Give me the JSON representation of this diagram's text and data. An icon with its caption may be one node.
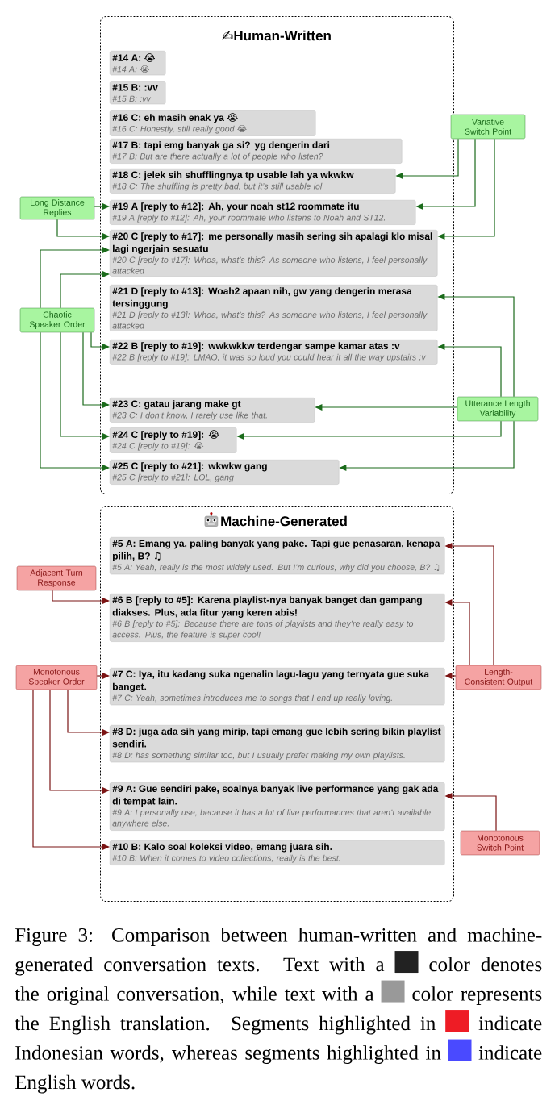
{
  "diagram": {
    "caption": "Figure 3: Comparison between human-written and machine-generated conversation texts. Text with a",
    "nodes": [
      {
        "text": [
          "✍Human-Written"
        ]
      },
      {
        "text": [
          "#14 A: 😭",
          "#14 A: 😭"
        ],
        "in": 0
      },
      {
        "text": [
          "#15 B: :vv",
          "#15 B: :vv"
        ],
        "in": 0
      },
      {
        "text": [
          "#16 C: eh masih enak ya 😭",
          "#16 C: Honestly, still really good 😭"
        ],
        "in": 0
      },
      {
        "text": [
          "#17 B: tapi emg banyak ga si? yg dengerin dari",
          "#17 B: But are there actually a lot of people who listen?"
        ],
        "in": 0
      },
      {
        "text": [
          "#18 C: jelek sih shufflingnya tp usable lah ya wkwkw",
          "#18 C: The shuffling is pretty bad, but it’s still usable lol"
        ],
        "in": 0
      },
      {
        "text": [
          "#19 A [reply to #12]: Ah, your noah st12 roommate itu",
          "#19 A [reply to #12]: Ah, your roommate who listens to Noah and ST12."
        ],
        "in": 0
      },
      {
        "text": [
          "#20 C [reply to #17]: me personally masih sering sih apalagi klo misal lagi ngerjain sesuatu",
          "#20 C [reply to #17]: Whoa, what’s this? As someone who listens, I feel personally attacked"
        ],
        "in": 0
      },
      {
        "text": [
          "#21 D [reply to #13]: Woah2 apaan nih, gw yang dengerin merasa tersinggung",
          "#21 D [reply to #13]: Whoa, what’s this? As someone who listens, I feel personally attacked"
        ],
        "in": 0
      },
      {
        "text": [
          "#22 B [reply to #19]: wwkwkkw terdengar sampe kamar atas :v",
          "#22 B [reply to #19]: LMAO, it was so loud you could hear it all the way upstairs :v"
        ],
        "in": 0
      },
      {
        "text": [
          "#23 C: gatau jarang make gt",
          "#23 C: I don’t know, I rarely use like that."
        ],
        "in": 0
      },
      {
        "text": [
          "#24 C [reply to #19]: 😭",
          "#24 C [reply to #19]: 😭"
        ],
        "in": 0
      },
      {
        "text": [
          "#25 C [reply to #21]: wkwkw gang",
          "#25 C [reply to #21]: LOL, gang"
        ],
        "in": 0
      },
      {
        "text": [
          "Variative Switch Point"
        ]
      },
      {
        "text": [
          "Long Distance Replies"
        ]
      },
      {
        "text": [
          "Chaotic Speaker Order"
        ]
      },
      {
        "text": [
          "Utterance Length Variability"
        ]
      },
      {
        "text": [
          "Machine-Generated"
        ]
      },
      {
        "text": [
          "#5 A: Emang ya, paling banyak yang pake. Tapi gue penasaran, kenapa pilih, B? ♫",
          "#5 A: Yeah, really is the most widely used. But I’m curious, why did you choose, B? ♫"
        ],
        "in": 17
      },
      {
        "text": [
          "#6 B [reply to #5]: Karena playlist-nya banyak banget dan gampang diakses. Plus, ada fitur yang keren abis!",
          "#6 B [reply to #5]: Because there are tons of playlists and they’re really easy to access. Plus, the feature is super cool!"
        ],
        "in": 17
      },
      {
        "text": [
          "#7 C: Iya, itu kadang suka ngenalin lagu-lagu yang ternyata gue suka banget.",
          "#7 C: Yeah, sometimes introduces me to songs that I end up really loving."
        ],
        "in": 17
      },
      {
        "text": [
          "#8 D: juga ada sih yang mirip, tapi emang gue lebih sering bikin playlist sendiri.",
          "#8 D: has something similar too, but I usually prefer making my own playlists."
        ],
        "in": 17
      },
      {
        "text": [
          "#9 A: Gue sendiri pake, soalnya banyak live performance yang gak ada di tempat lain.",
          "#9 A: I personally use, because it has a lot of live performances that aren’t available anywhere else."
        ],
        "in": 17
      },
      {
        "text": [
          "#10 B: Kalo soal koleksi video, emang juara sih.",
          "#10 B: When it comes to video collections, really is the best."
        ],
        "in": 17
      },
      {
        "text": [
          "Adjacent Turn Response"
        ]
      },
      {
        "text": [
          "Monotonous Speaker Order"
        ]
      },
      {
        "text": [
          "Length-Consistent Output"
        ]
      },
      {
        "text": [
          "Monotonous Switch Point"
        ]
      }
    ],
    "edges": [
      {
        "from": 13,
        "to": 5,
        "arrow": "to"
      },
      {
        "from": 13,
        "to": 6,
        "arrow": "to"
      },
      {
        "from": 13,
        "to": 7,
        "arrow": "to"
      },
      {
        "from": 14,
        "to": 6,
        "arrow": "to"
      },
      {
        "from": 14,
        "to": 7,
        "arrow": "to"
      },
      {
        "from": 15,
        "to": 7,
        "arrow": "to"
      },
      {
        "from": 15,
        "to": 7,
        "arrow": "to"
      },
      {
        "from": 15,
        "to": 9,
        "arrow": "to"
      },
      {
        "from": 15,
        "to": 10,
        "arrow": "to"
      },
      {
        "from": 15,
        "to": 11,
        "arrow": "to"
      },
      {
        "from": 15,
        "to": 12,
        "arrow": "to"
      },
      {
        "from": 16,
        "to": 8,
        "arrow": "to"
      },
      {
        "from": 16,
        "to": 9,
        "arrow": "to"
      },
      {
        "from": 16,
        "to": 10,
        "arrow": "to"
      },
      {
        "from": 16,
        "to": 11,
        "arrow": "to"
      },
      {
        "from": 16,
        "to": 12,
        "arrow": "to"
      },
      {
        "from": 24,
        "to": 19,
        "arrow": "to",
        "color": "#7b1414"
      },
      {
        "from": 25,
        "to": 20,
        "arrow": "to",
        "color": "#7b1414"
      },
      {
        "from": 25,
        "to": 21,
        "arrow": "to",
        "color": "#7b1414"
      },
      {
        "from": 25,
        "to": 22,
        "arrow": "to",
        "color": "#7b1414"
      },
      {
        "from": 25,
        "to": 23,
        "arrow": "to",
        "color": "#7b1414"
      },
      {
        "from": 26,
        "to": 18,
        "arrow": "to",
        "color": "#7b1414"
      },
      {
        "from": 26,
        "to": 19,
        "arrow": "to",
        "color": "#7b1414"
      },
      {
        "from": 26,
        "to": 20,
        "arrow": "to",
        "color": "#7b1414"
      },
      {
        "from": 27,
        "to": 22,
        "arrow": "to",
        "color": "#7b1414"
      }
    ],
    "legend": [
      {
        "text": "color denotes the original conversation, while text with a",
        "color": "#222222"
      },
      {
        "text": "color represents the English translation. Segments highlighted in",
        "color": "#999999"
      },
      {
        "text": "indicate Indonesian words, whereas segments highlighted in",
        "color": "#ee1c25"
      },
      {
        "text": "indicate English words.",
        "color": "#4a4aff"
      }
    ]
  }
}
